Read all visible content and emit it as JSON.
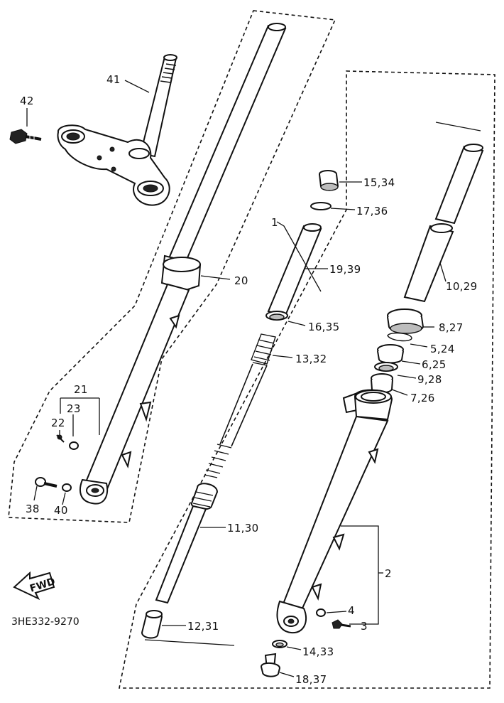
{
  "labels": {
    "l41": "41",
    "l42": "42",
    "l20": "20",
    "l1": "1",
    "l15_34": "15,34",
    "l17_36": "17,36",
    "l19_39": "19,39",
    "l10_29": "10,29",
    "l16_35": "16,35",
    "l8_27": "8,27",
    "l5_24": "5,24",
    "l13_32": "13,32",
    "l6_25": "6,25",
    "l9_28": "9,28",
    "l7_26": "7,26",
    "l21": "21",
    "l23": "23",
    "l22": "22",
    "l38": "38",
    "l40": "40",
    "l11_30": "11,30",
    "l2": "2",
    "l4": "4",
    "l3": "3",
    "l12_31": "12,31",
    "l14_33": "14,33",
    "l18_37": "18,37"
  },
  "fwd_arrow": "FWD",
  "diagram_code": "3HE332-9270"
}
